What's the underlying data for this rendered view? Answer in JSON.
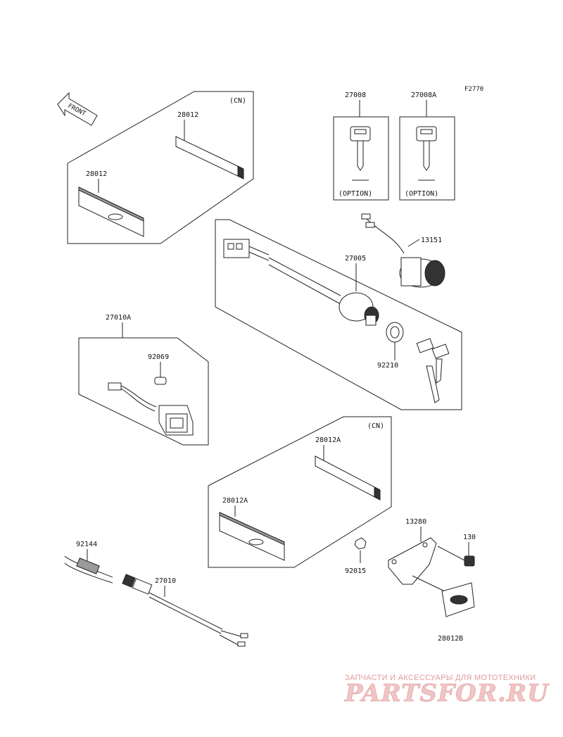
{
  "diagram": {
    "ref_code": "F2770",
    "front_label": "FRONT",
    "region_cn_1": "(CN)",
    "region_cn_2": "(CN)",
    "option_1": "(OPTION)",
    "option_2": "(OPTION)",
    "parts": {
      "p28012_top": "28012",
      "p28012_left": "28012",
      "p27008": "27008",
      "p27008a": "27008A",
      "p13151": "13151",
      "p27005": "27005",
      "p92210": "92210",
      "p27010a": "27010A",
      "p92069": "92069",
      "p28012a_top": "28012A",
      "p28012a_left": "28012A",
      "p13280": "13280",
      "p130": "130",
      "p92015": "92015",
      "p28012b": "28012B",
      "p92144": "92144",
      "p27010": "27010"
    }
  },
  "watermark": {
    "tagline": "ЗАПЧАСТИ И АКСЕССУАРЫ ДЛЯ МОТОТЕХНИКИ",
    "logo": "PARTSFOR.RU"
  }
}
